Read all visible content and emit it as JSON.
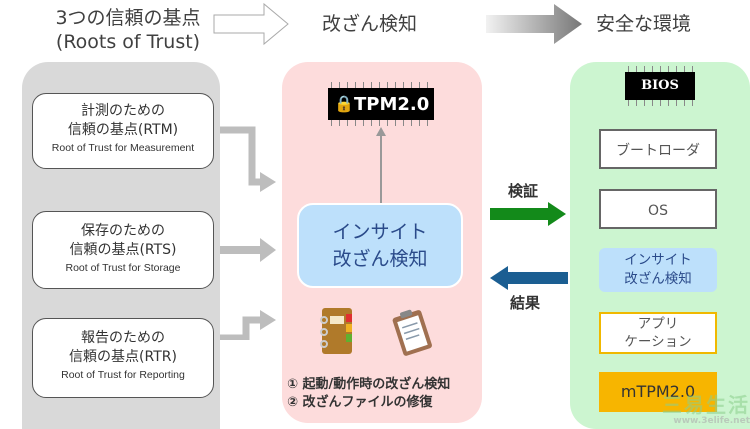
{
  "header": {
    "stage1_line1": "3つの信頼の基点",
    "stage1_line2": "(Roots of Trust)",
    "stage2": "改ざん検知",
    "stage3": "安全な環境"
  },
  "roots_of_trust": [
    {
      "jp_line1": "計測のための",
      "jp_line2": "信頼の基点(RTM)",
      "en": "Root of Trust for Measurement"
    },
    {
      "jp_line1": "保存のための",
      "jp_line2": "信頼の基点(RTS)",
      "en": "Root of Trust for Storage"
    },
    {
      "jp_line1": "報告のための",
      "jp_line2": "信頼の基点(RTR)",
      "en": "Root of Trust for Reporting"
    }
  ],
  "middle": {
    "tpm_chip": "TPM2.0",
    "detect_line1": "インサイト",
    "detect_line2": "改ざん検知",
    "bullet1": "① 起動/動作時の改ざん検知",
    "bullet2": "② 改ざんファイルの修復"
  },
  "arrows": {
    "verify": "検証",
    "result": "結果"
  },
  "right": {
    "bios_chip": "BIOS",
    "items": [
      {
        "label": "ブートローダ"
      },
      {
        "label": "OS"
      },
      {
        "label_line1": "インサイト",
        "label_line2": "改ざん検知"
      },
      {
        "label_line1": "アプリ",
        "label_line2": "ケーション"
      },
      {
        "label": "mTPM2.0"
      }
    ]
  },
  "watermark": {
    "line1": "三易生活",
    "line2": "www.3elife.net"
  },
  "colors": {
    "verify_arrow": "#138a1a",
    "result_arrow": "#1b5e92",
    "mtpm_fill": "#f7b500",
    "detect_fill": "#bde0fb"
  }
}
